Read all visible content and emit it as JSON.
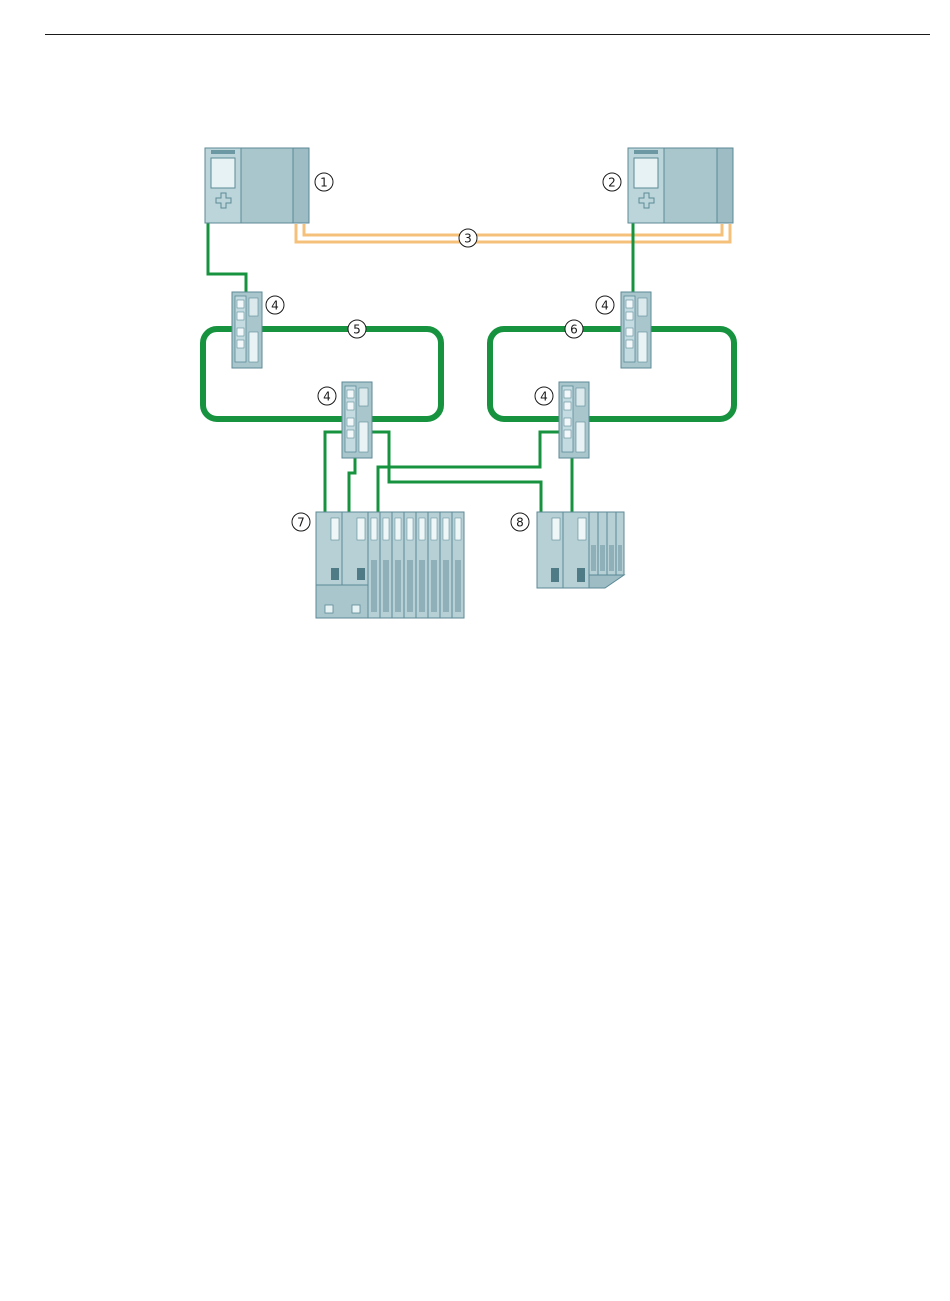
{
  "diagram": {
    "callouts": {
      "cpu_1": "1",
      "cpu_2": "2",
      "sync_link": "3",
      "switch": "4",
      "ring_5": "5",
      "ring_6": "6",
      "io_station_7": "7",
      "io_station_8": "8"
    },
    "colors": {
      "network_cable": "#17933f",
      "sync_fiber": "#f5c07a",
      "device_body": "#a9c6cd",
      "device_outline": "#5c8a96",
      "ring_outline": "#17933f"
    }
  }
}
